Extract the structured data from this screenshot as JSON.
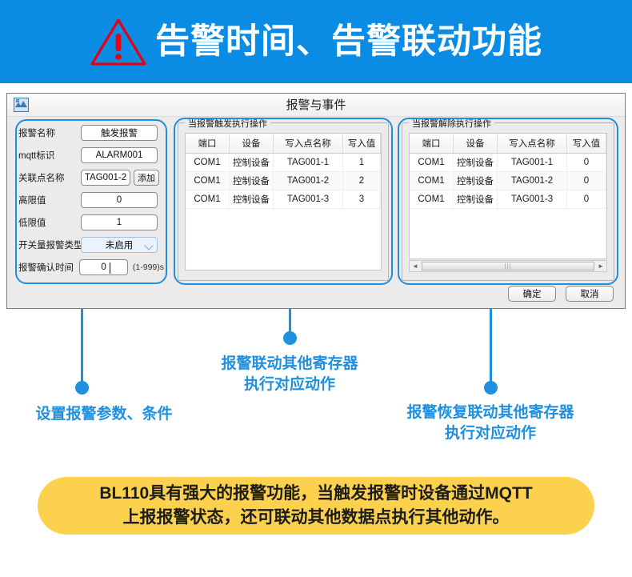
{
  "header": {
    "title": "告警时间、告警联动功能",
    "icon": "warning-triangle-icon",
    "bg_color": "#0a8ce4",
    "icon_color": "#e60012"
  },
  "dialog": {
    "title": "报警与事件",
    "app_icon": "app-icon",
    "form": {
      "rows": [
        {
          "label": "报警名称",
          "value": "触发报警"
        },
        {
          "label": "mqtt标识",
          "value": "ALARM001"
        },
        {
          "label": "关联点名称",
          "value": "TAG001-2",
          "button": "添加"
        },
        {
          "label": "高限值",
          "value": "0"
        },
        {
          "label": "低限值",
          "value": "1"
        },
        {
          "label": "开关量报警类型",
          "value": "未启用"
        },
        {
          "label": "报警确认时间",
          "value": "0",
          "hint": "(1-999)s"
        }
      ]
    },
    "trigger_group": {
      "legend": "当报警触发执行操作",
      "columns": [
        "端口",
        "设备",
        "写入点名称",
        "写入值"
      ],
      "rows": [
        [
          "COM1",
          "控制设备",
          "TAG001-1",
          "1"
        ],
        [
          "COM1",
          "控制设备",
          "TAG001-2",
          "2"
        ],
        [
          "COM1",
          "控制设备",
          "TAG001-3",
          "3"
        ]
      ]
    },
    "clear_group": {
      "legend": "当报警解除执行操作",
      "columns": [
        "端口",
        "设备",
        "写入点名称",
        "写入值"
      ],
      "rows": [
        [
          "COM1",
          "控制设备",
          "TAG001-1",
          "0"
        ],
        [
          "COM1",
          "控制设备",
          "TAG001-2",
          "0"
        ],
        [
          "COM1",
          "控制设备",
          "TAG001-3",
          "0"
        ]
      ],
      "scrollbar": {
        "left_arrow": "◄",
        "right_arrow": "►",
        "grip": "|||"
      }
    },
    "buttons": {
      "ok": "确定",
      "cancel": "取消"
    }
  },
  "callouts": [
    {
      "text_line1": "设置报警参数、条件",
      "text_line2": ""
    },
    {
      "text_line1": "报警联动其他寄存器",
      "text_line2": "执行对应动作"
    },
    {
      "text_line1": "报警恢复联动其他寄存器",
      "text_line2": "执行对应动作"
    }
  ],
  "banner": {
    "line1": "BL110具有强大的报警功能，当触发报警时设备通过MQTT",
    "line2": "上报报警状态，还可联动其他数据点执行其他动作。",
    "bg_color": "#fcd14d"
  }
}
